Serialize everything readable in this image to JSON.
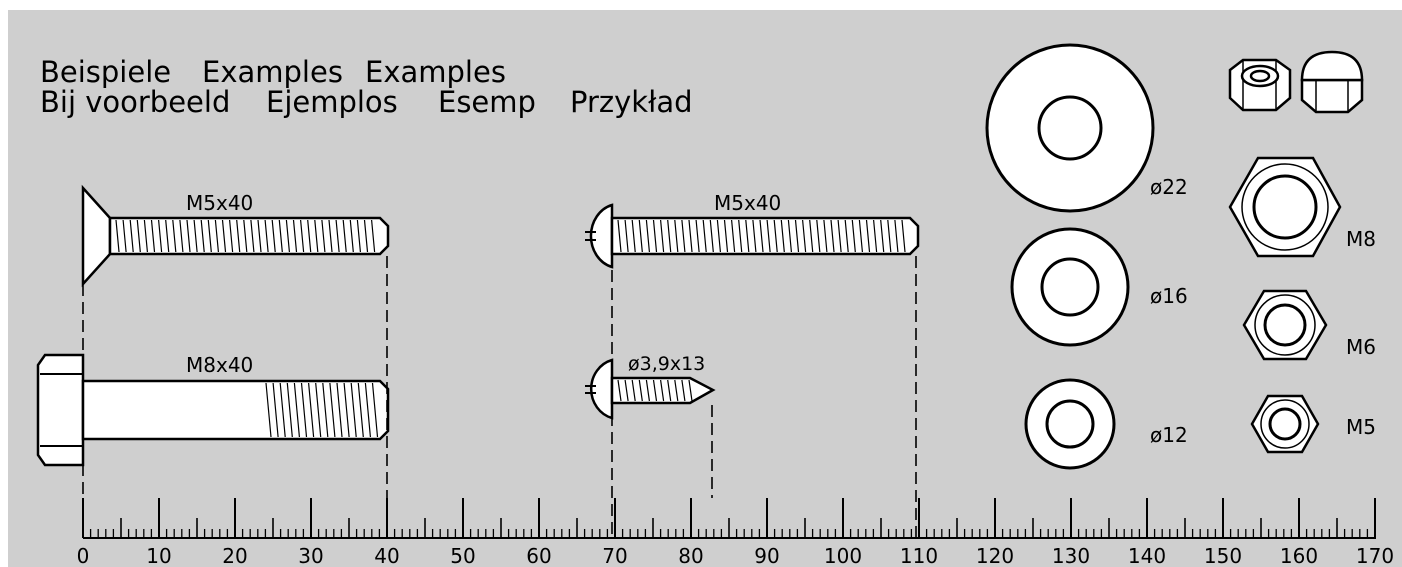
{
  "headings": {
    "line1": [
      "Beispiele",
      "Examples",
      "Examples"
    ],
    "line2": [
      "Bij voorbeeld",
      "Ejemplos",
      "Esemp",
      "Przykład"
    ]
  },
  "screws": {
    "countersunk": "M5x40",
    "round_head": "M5x40",
    "hex_bolt": "M8x40",
    "tapping": "ø3,9x13"
  },
  "washers": [
    "ø22",
    "ø16",
    "ø12"
  ],
  "nuts": [
    "M8",
    "M6",
    "M5"
  ],
  "ruler": {
    "labels": [
      "0",
      "10",
      "20",
      "30",
      "40",
      "50",
      "60",
      "70",
      "80",
      "90",
      "100",
      "110",
      "120",
      "130",
      "140",
      "150",
      "160",
      "170"
    ]
  },
  "colors": {
    "background": "#cfcfcf",
    "part": "#ffffff",
    "line": "#000000"
  }
}
